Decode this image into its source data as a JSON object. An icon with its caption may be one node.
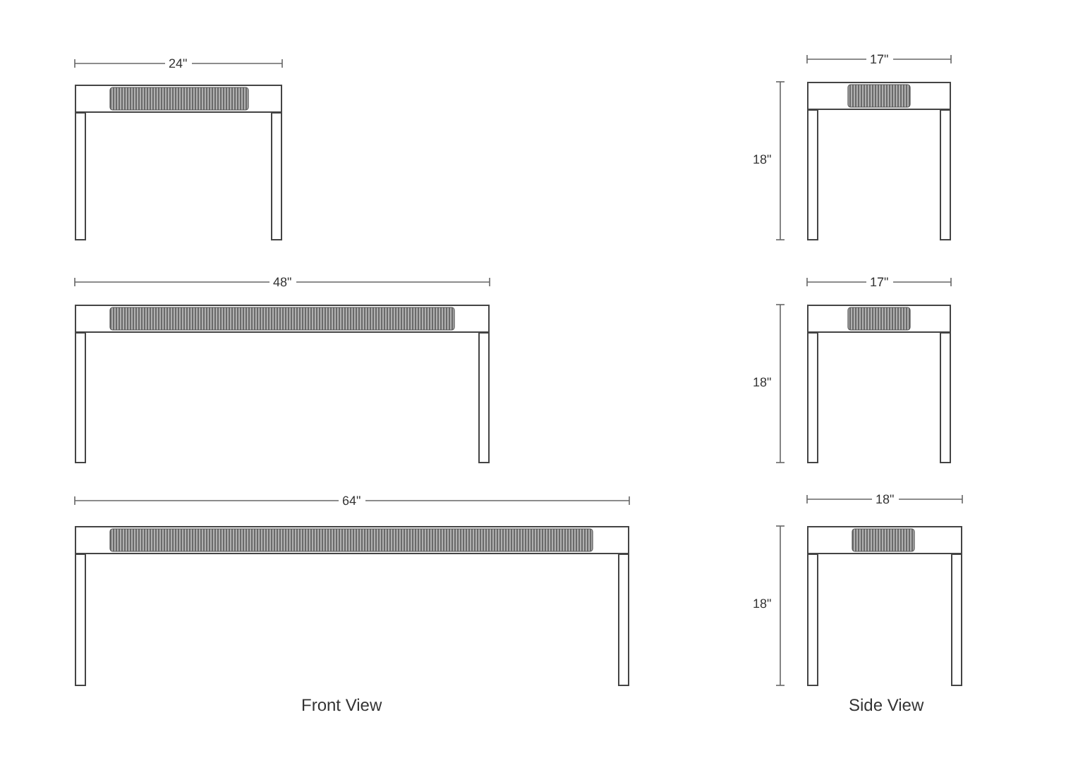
{
  "diagram": {
    "labels": [
      "24\"",
      "17\"",
      "18\"",
      "48\"",
      "17\"",
      "18\"",
      "64\"",
      "18\"",
      "18\"",
      "Front View",
      "Side View"
    ]
  }
}
